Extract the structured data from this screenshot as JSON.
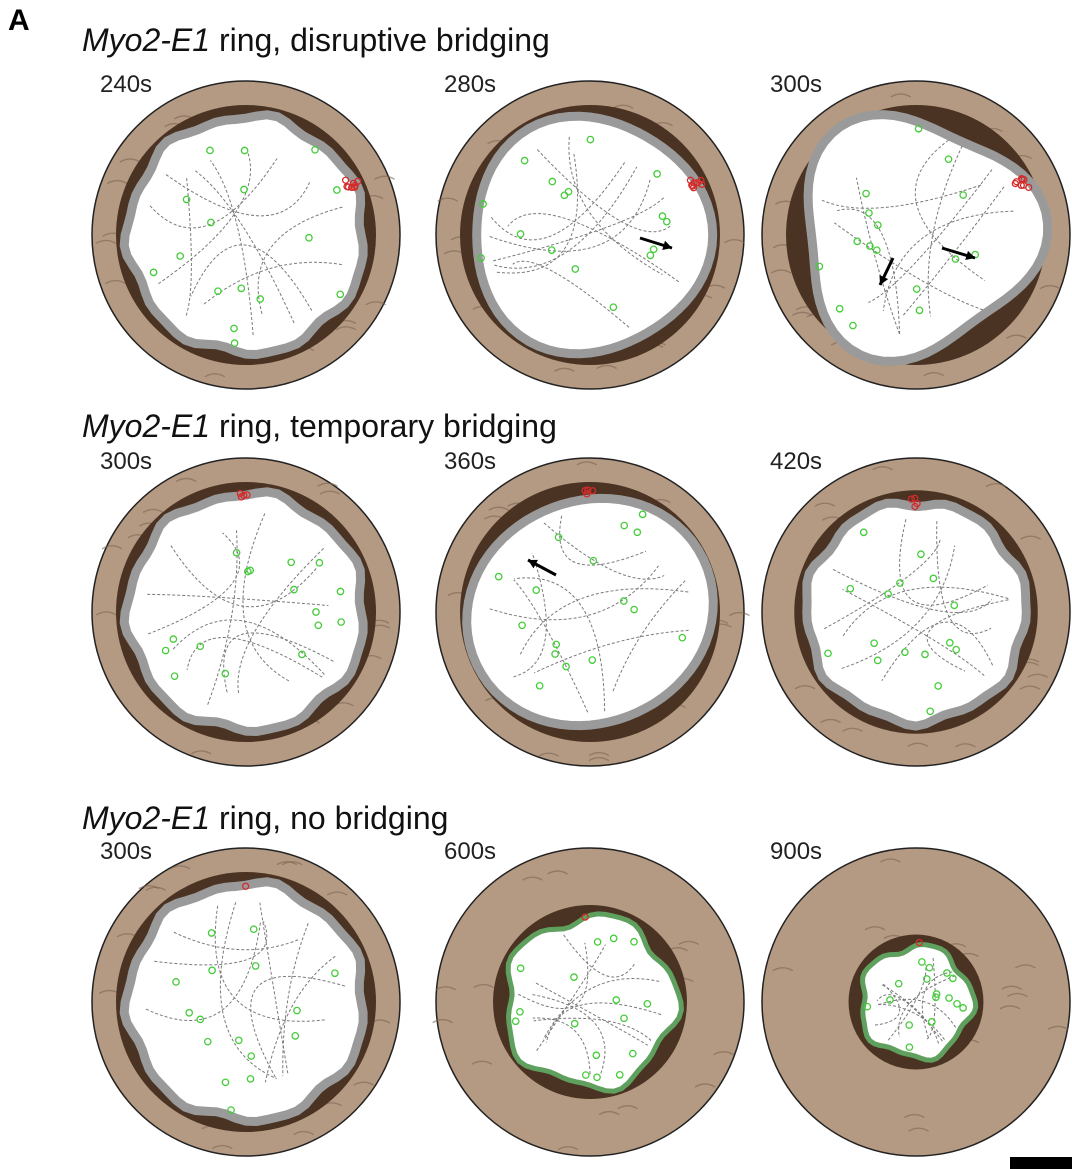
{
  "panel_label": "A",
  "rows": [
    {
      "construct": "Myo2-E1",
      "description": " ring, disruptive bridging",
      "cells": [
        {
          "time": "240s",
          "shrink": 1.0,
          "deform": "bridge-small",
          "arrows": 0
        },
        {
          "time": "280s",
          "shrink": 1.0,
          "deform": "bridge-mid",
          "arrows": 1
        },
        {
          "time": "300s",
          "shrink": 1.0,
          "deform": "bridge-large",
          "arrows": 2
        }
      ]
    },
    {
      "construct": "Myo2-E1",
      "description": " ring, temporary bridging",
      "cells": [
        {
          "time": "300s",
          "shrink": 1.0,
          "deform": "wobbly",
          "arrows": 0
        },
        {
          "time": "360s",
          "shrink": 1.0,
          "deform": "tilted",
          "arrows": 1
        },
        {
          "time": "420s",
          "shrink": 0.93,
          "deform": "wobbly",
          "arrows": 0
        }
      ]
    },
    {
      "construct": "Myo2-E1",
      "description": " ring, no bridging",
      "cells": [
        {
          "time": "300s",
          "shrink": 1.0,
          "deform": "wobbly",
          "arrows": 0
        },
        {
          "time": "600s",
          "shrink": 0.72,
          "deform": "polygon",
          "arrows": 0
        },
        {
          "time": "900s",
          "shrink": 0.47,
          "deform": "polygon",
          "arrows": 0
        }
      ]
    }
  ],
  "colors": {
    "outer_cell": "#b59a83",
    "inner_dark": "#4a3322",
    "ring": "#9a9a9a",
    "ring_green": "#5fa05f",
    "membrane": "#3fd6e6",
    "node_green": "#45cc3a",
    "node_red": "#d42b2b",
    "track": "#7a7a7a"
  }
}
